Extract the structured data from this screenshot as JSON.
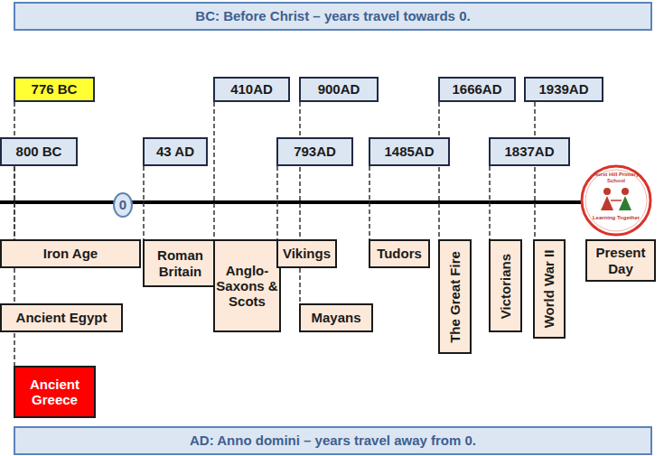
{
  "diagram": {
    "nodes": [
      {
        "text": [
          "BC: Before Christ – years travel towards 0."
        ]
      },
      {
        "text": [
          "776 BC"
        ]
      },
      {
        "text": [
          "410AD"
        ]
      },
      {
        "text": [
          "900AD"
        ]
      },
      {
        "text": [
          "1666AD"
        ]
      },
      {
        "text": [
          "1939AD"
        ]
      },
      {
        "text": [
          "800 BC"
        ]
      },
      {
        "text": [
          "43 AD"
        ]
      },
      {
        "text": [
          "793AD"
        ]
      },
      {
        "text": [
          "1485AD"
        ]
      },
      {
        "text": [
          "1837AD"
        ]
      },
      {
        "text": [
          "0"
        ]
      },
      {
        "text": [
          "Iron Age"
        ]
      },
      {
        "text": [
          "Roman Britain"
        ]
      },
      {
        "text": [
          "Anglo-Saxons & Scots"
        ]
      },
      {
        "text": [
          "Vikings"
        ]
      },
      {
        "text": [
          "Tudors"
        ]
      },
      {
        "text": [
          "The Great Fire"
        ]
      },
      {
        "text": [
          "Victorians"
        ]
      },
      {
        "text": [
          "World War II"
        ]
      },
      {
        "text": [
          "Present Day"
        ]
      },
      {
        "text": [
          "Ancient Egypt"
        ]
      },
      {
        "text": [
          "Mayans"
        ]
      },
      {
        "text": [
          "Ancient Greece"
        ]
      },
      {
        "text": [
          "AD: Anno domini – years travel away from 0."
        ]
      }
    ],
    "edges": [
      {
        "from": 1,
        "to": 23,
        "arrow": "none"
      },
      {
        "from": 6,
        "to": 12,
        "arrow": "none"
      },
      {
        "from": 7,
        "to": 13,
        "arrow": "none"
      },
      {
        "from": 2,
        "to": 14,
        "arrow": "none"
      },
      {
        "from": 8,
        "to": 15,
        "arrow": "none"
      },
      {
        "from": 3,
        "to": 22,
        "arrow": "none"
      },
      {
        "from": 9,
        "to": 16,
        "arrow": "none"
      },
      {
        "from": 4,
        "to": 17,
        "arrow": "none"
      },
      {
        "from": 10,
        "to": 18,
        "arrow": "none"
      },
      {
        "from": 5,
        "to": 19,
        "arrow": "none"
      }
    ],
    "labels": [
      "Hurst Hill Primary School",
      "Learning Together"
    ]
  }
}
